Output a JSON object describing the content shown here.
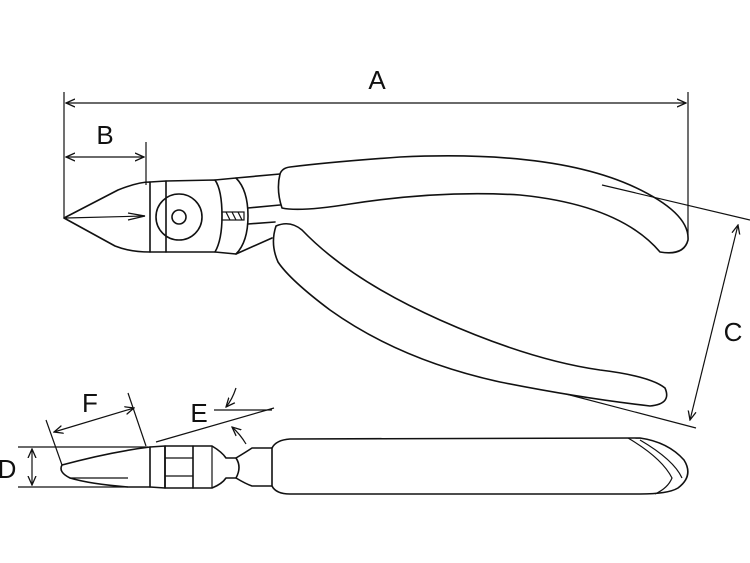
{
  "dimensions": {
    "a": "A",
    "b": "B",
    "c": "C",
    "d": "D",
    "e": "E",
    "f": "F"
  },
  "colors": {
    "line": "#111111",
    "background": "#ffffff"
  }
}
